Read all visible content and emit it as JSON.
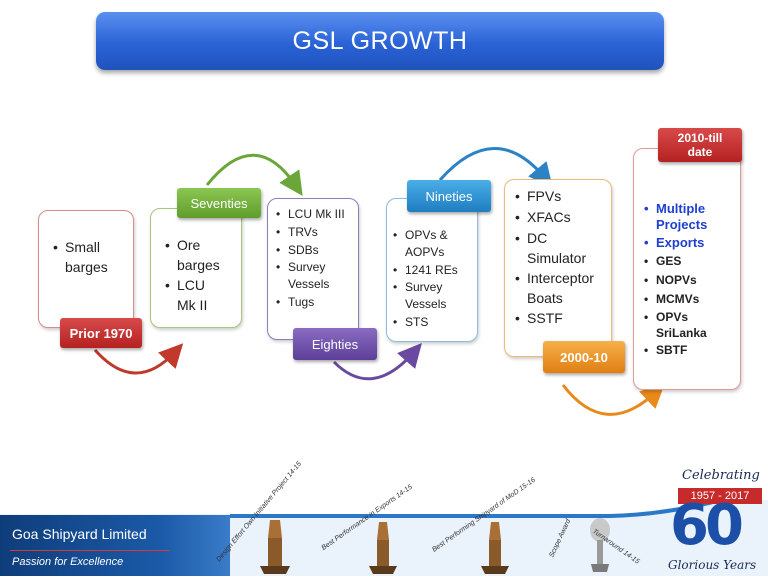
{
  "title": "GSL GROWTH",
  "stages": {
    "prior": {
      "tag": "Prior 1970",
      "items": [
        "Small barges"
      ]
    },
    "seventies": {
      "tag": "Seventies",
      "items": [
        "Ore barges",
        "LCU Mk II"
      ]
    },
    "eighties": {
      "tag": "Eighties",
      "items": [
        "LCU Mk III",
        "TRVs",
        "SDBs",
        "Survey Vessels",
        "Tugs"
      ]
    },
    "nineties": {
      "tag": "Nineties",
      "items": [
        "OPVs & AOPVs",
        "1241 REs",
        "Survey Vessels",
        "STS"
      ]
    },
    "y2000": {
      "tag": "2000-10",
      "items": [
        "FPVs",
        "XFACs",
        "DC Simulator",
        "Interceptor Boats",
        "SSTF"
      ]
    },
    "y2010": {
      "tag": "2010-till date",
      "blue_items": [
        "Multiple Projects",
        "Exports"
      ],
      "items": [
        "GES",
        "NOPVs",
        "MCMVs",
        "OPVs SriLanka",
        "SBTF"
      ]
    }
  },
  "footer": {
    "company": "Goa Shipyard Limited",
    "tagline": "Passion for Excellence",
    "awards": [
      "Design Effort Own Initiative Project 14-15",
      "Best Performance in Exports 14-15",
      "Best Performing Shipyard of MoD 15-16",
      "Scope Award",
      "Turnaround 14-15"
    ],
    "celebrating": "Celebrating",
    "years": "1957 - 2017",
    "sixty": "60",
    "glorious": "Glorious Years"
  },
  "colors": {
    "title_bar": "#2a63d6",
    "red_tag": "#c62a2a",
    "green_tag": "#7ab43c",
    "purple_tag": "#7054a8",
    "blue_tag": "#2d8fd3",
    "orange_tag": "#f09a20",
    "blue_text": "#1f3fd0"
  }
}
